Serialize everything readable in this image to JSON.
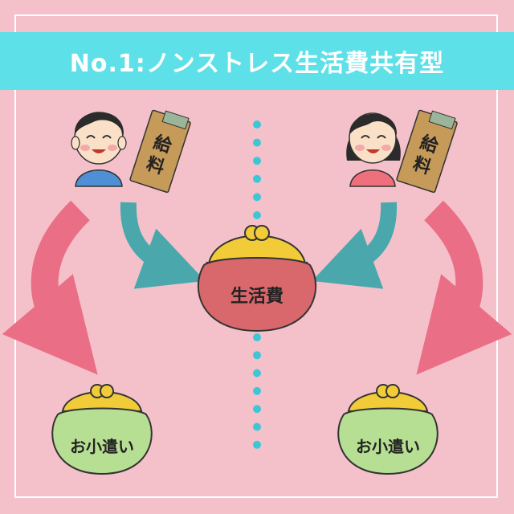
{
  "title": "No.1:ノンストレス生活費共有型",
  "center_purse": {
    "label": "生活費"
  },
  "pay_envelope": {
    "label_line1": "給",
    "label_line2": "料"
  },
  "left_purse": {
    "label": "お小遣い"
  },
  "right_purse": {
    "label": "お小遣い"
  },
  "colors": {
    "background": "#f4c1cb",
    "banner": "#5ee0e8",
    "teal_arrow": "#4aa8ad",
    "pink_arrow": "#ea6f86",
    "center_purse": "#d9686c",
    "small_purse": "#b6df93",
    "clasp": "#f1cc38",
    "divider_dots": "#3fc6d4"
  }
}
